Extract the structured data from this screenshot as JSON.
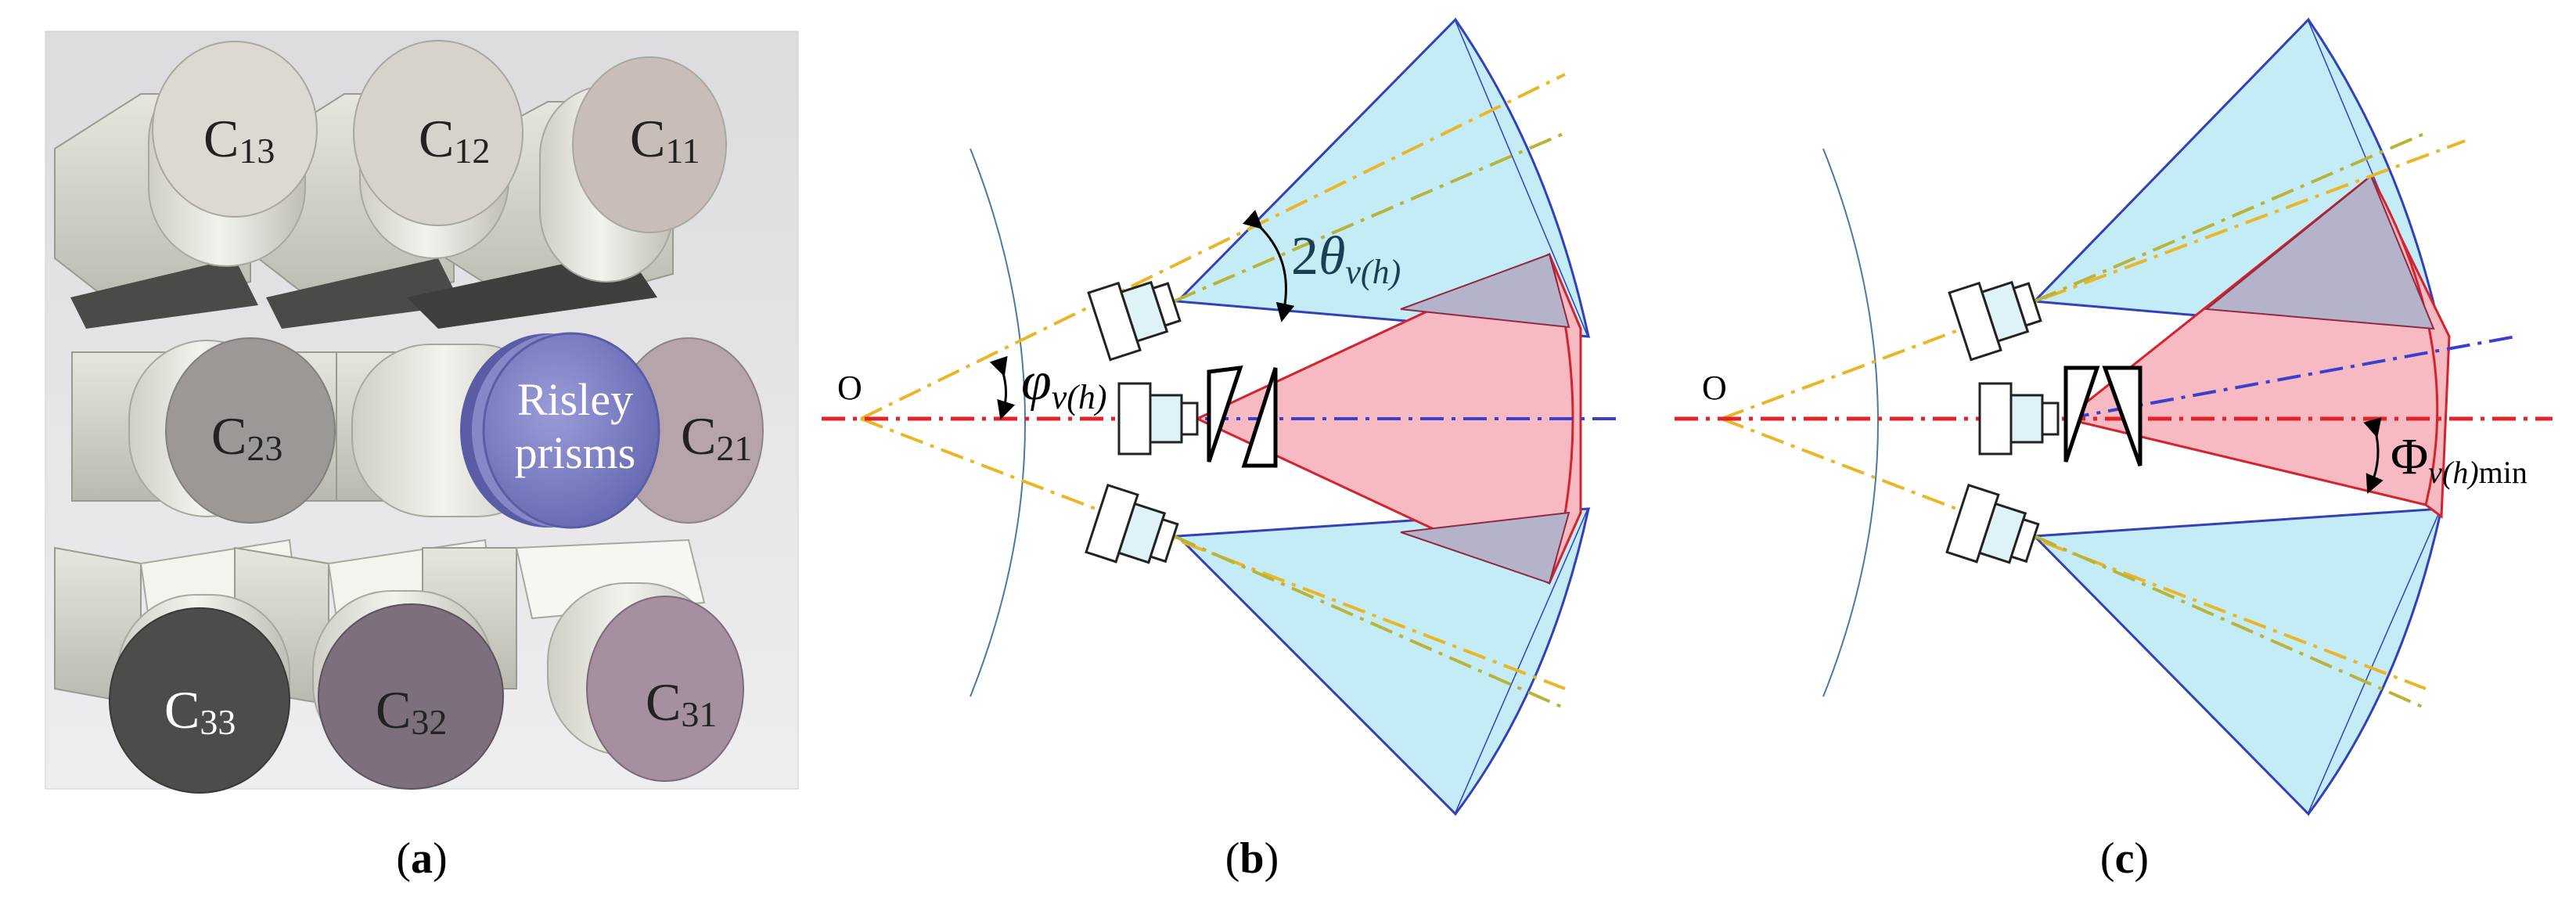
{
  "panels": {
    "a": {
      "caption": "a",
      "cameras": [
        {
          "id": "C13",
          "main": "C",
          "sub": "13"
        },
        {
          "id": "C12",
          "main": "C",
          "sub": "12"
        },
        {
          "id": "C11",
          "main": "C",
          "sub": "11"
        },
        {
          "id": "C23",
          "main": "C",
          "sub": "23"
        },
        {
          "id": "C21",
          "main": "C",
          "sub": "21"
        },
        {
          "id": "C33",
          "main": "C",
          "sub": "33"
        },
        {
          "id": "C32",
          "main": "C",
          "sub": "32"
        },
        {
          "id": "C31",
          "main": "C",
          "sub": "31"
        }
      ],
      "prism_label_line1": "Risley",
      "prism_label_line2": "prisms"
    },
    "b": {
      "caption": "b",
      "origin": "O",
      "angle_theta": {
        "pre": "2",
        "sym": "θ",
        "sub": "v(h)"
      },
      "angle_phi": {
        "sym": "φ",
        "sub": "v(h)"
      }
    },
    "c": {
      "caption": "c",
      "origin": "O",
      "angle_Phi": {
        "sym": "Φ",
        "sub": "v(h)",
        "suffix": "min"
      }
    }
  },
  "colors": {
    "fov_blue_fill": "#c3ecf7",
    "fov_blue_edge": "#3340b8",
    "fov_red_fill": "#f7b9c2",
    "fov_red_edge": "#d4232f",
    "overlap_fill": "#b5b3c9",
    "axis_red": "#e0242c",
    "axis_blue": "#3a3fd0",
    "axis_yellow": "#e9b628",
    "axis_olive": "#b9b33a",
    "prism_blue": "#7f82c8"
  }
}
